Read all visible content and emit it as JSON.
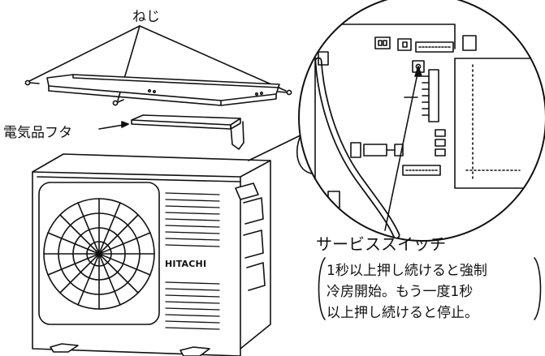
{
  "labels": {
    "screws": "ねじ",
    "cover": "電気品フタ",
    "service_switch": "サービススイッチ",
    "note_lines": [
      "1秒以上押し続けると強制",
      "冷房開始。もう一度1秒",
      "以上押し続けると停止。"
    ]
  },
  "brand": "HITACHI",
  "colors": {
    "line": "#111111",
    "background": "#ffffff"
  }
}
